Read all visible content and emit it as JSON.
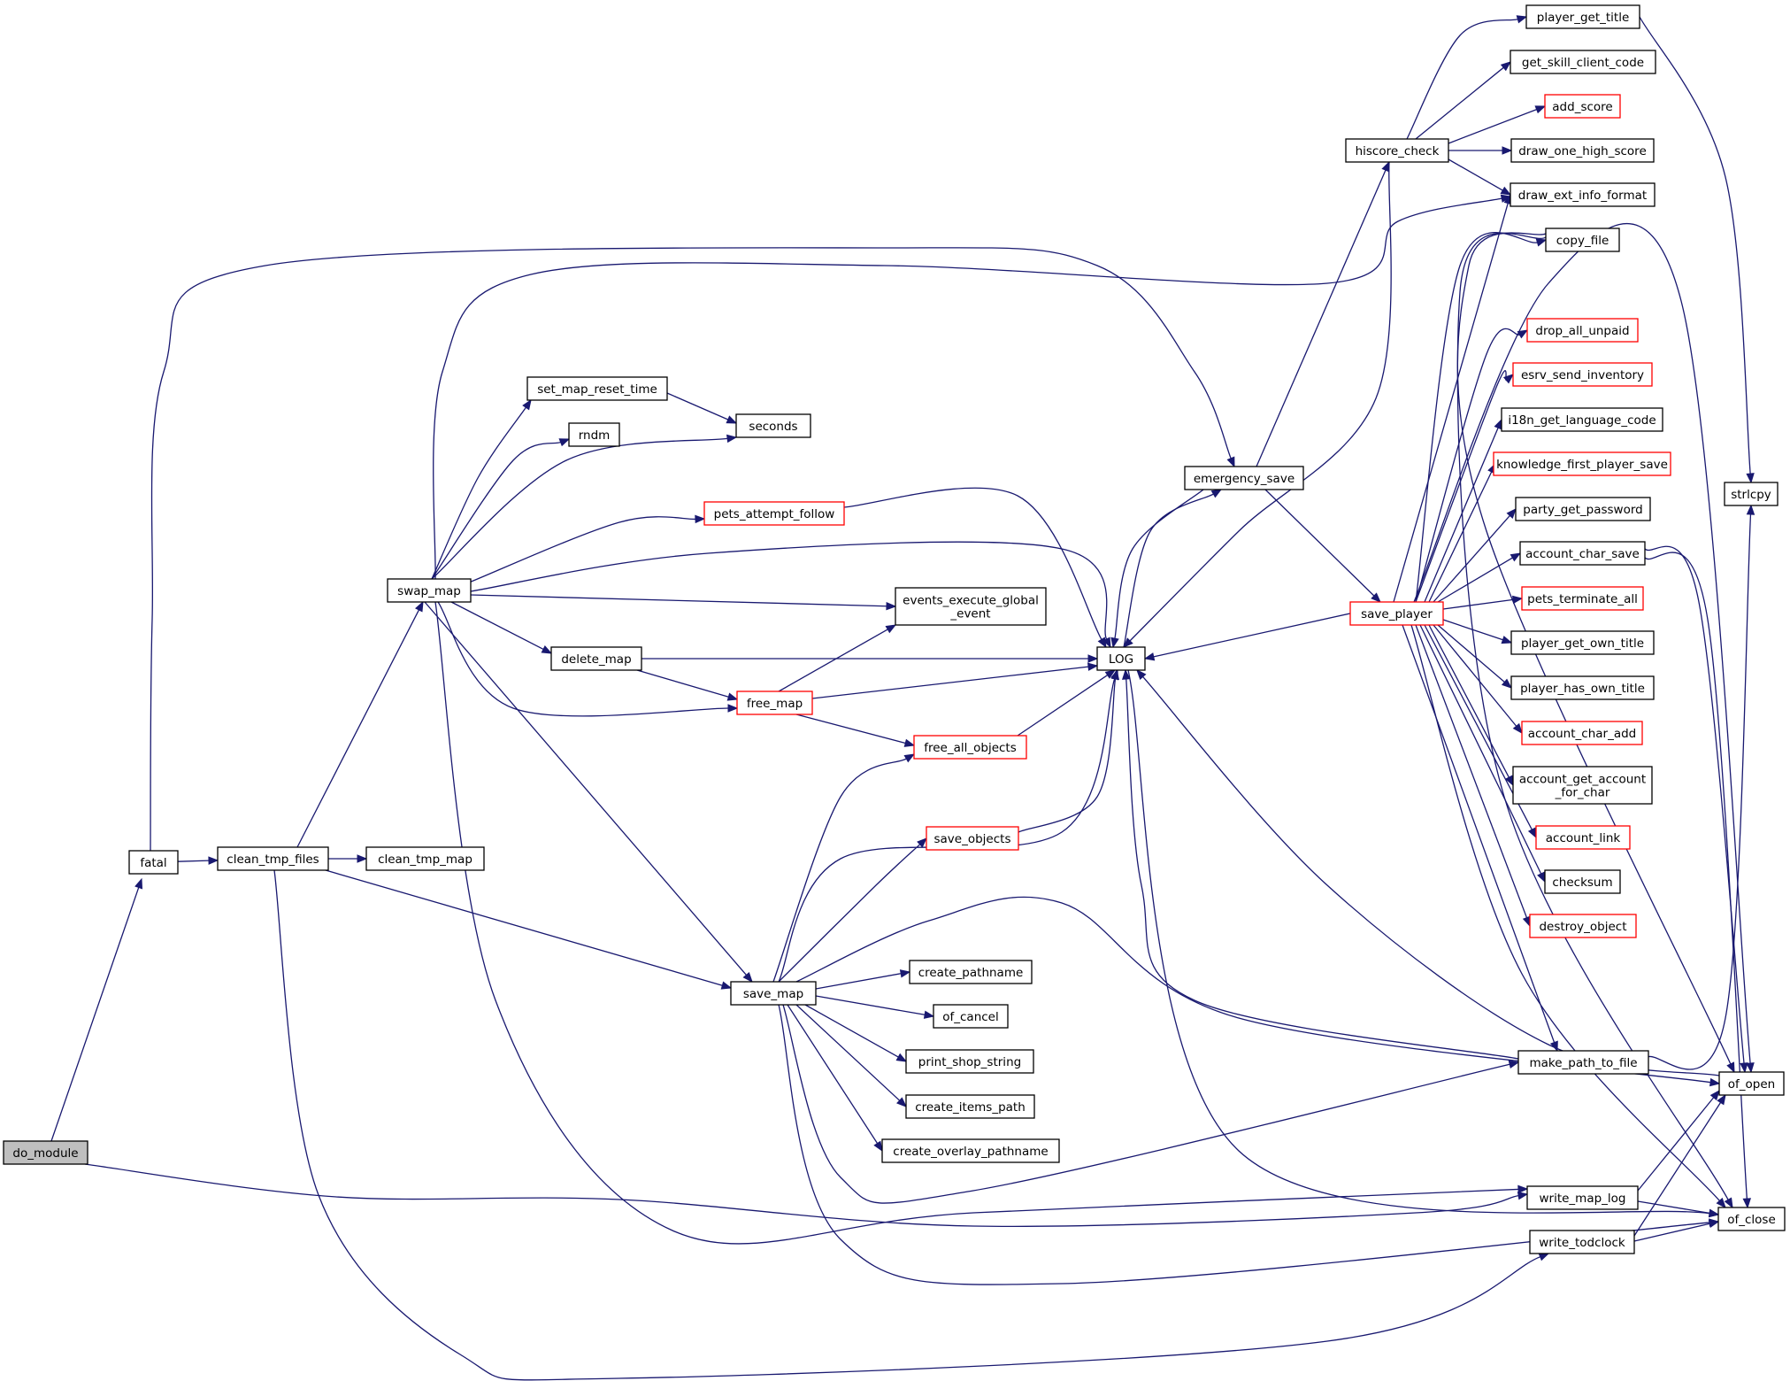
{
  "graph": {
    "edge_color": "#191970",
    "external_border_color": "#ff0000",
    "root_fill": "#bfbfbf",
    "nodes": [
      {
        "id": "do_module",
        "label": [
          "do_module"
        ],
        "style": "root"
      },
      {
        "id": "fatal",
        "label": [
          "fatal"
        ]
      },
      {
        "id": "clean_tmp_files",
        "label": [
          "clean_tmp_files"
        ]
      },
      {
        "id": "clean_tmp_map",
        "label": [
          "clean_tmp_map"
        ]
      },
      {
        "id": "swap_map",
        "label": [
          "swap_map"
        ]
      },
      {
        "id": "set_map_reset_time",
        "label": [
          "set_map_reset_time"
        ]
      },
      {
        "id": "rndm",
        "label": [
          "rndm"
        ]
      },
      {
        "id": "seconds",
        "label": [
          "seconds"
        ]
      },
      {
        "id": "pets_attempt_follow",
        "label": [
          "pets_attempt_follow"
        ],
        "style": "red"
      },
      {
        "id": "events_execute_global_event",
        "label": [
          "events_execute_global",
          "_event"
        ]
      },
      {
        "id": "delete_map",
        "label": [
          "delete_map"
        ]
      },
      {
        "id": "free_map",
        "label": [
          "free_map"
        ],
        "style": "red"
      },
      {
        "id": "free_all_objects",
        "label": [
          "free_all_objects"
        ],
        "style": "red"
      },
      {
        "id": "save_objects",
        "label": [
          "save_objects"
        ],
        "style": "red"
      },
      {
        "id": "save_map",
        "label": [
          "save_map"
        ]
      },
      {
        "id": "create_pathname",
        "label": [
          "create_pathname"
        ]
      },
      {
        "id": "of_cancel",
        "label": [
          "of_cancel"
        ]
      },
      {
        "id": "print_shop_string",
        "label": [
          "print_shop_string"
        ]
      },
      {
        "id": "create_items_path",
        "label": [
          "create_items_path"
        ]
      },
      {
        "id": "create_overlay_pathname",
        "label": [
          "create_overlay_pathname"
        ]
      },
      {
        "id": "LOG",
        "label": [
          "LOG"
        ]
      },
      {
        "id": "emergency_save",
        "label": [
          "emergency_save"
        ]
      },
      {
        "id": "hiscore_check",
        "label": [
          "hiscore_check"
        ]
      },
      {
        "id": "save_player",
        "label": [
          "save_player"
        ],
        "style": "red"
      },
      {
        "id": "player_get_title",
        "label": [
          "player_get_title"
        ]
      },
      {
        "id": "get_skill_client_code",
        "label": [
          "get_skill_client_code"
        ]
      },
      {
        "id": "add_score",
        "label": [
          "add_score"
        ],
        "style": "red"
      },
      {
        "id": "draw_one_high_score",
        "label": [
          "draw_one_high_score"
        ]
      },
      {
        "id": "draw_ext_info_format",
        "label": [
          "draw_ext_info_format"
        ]
      },
      {
        "id": "copy_file",
        "label": [
          "copy_file"
        ]
      },
      {
        "id": "drop_all_unpaid",
        "label": [
          "drop_all_unpaid"
        ],
        "style": "red"
      },
      {
        "id": "esrv_send_inventory",
        "label": [
          "esrv_send_inventory"
        ],
        "style": "red"
      },
      {
        "id": "i18n_get_language_code",
        "label": [
          "i18n_get_language_code"
        ]
      },
      {
        "id": "knowledge_first_player_save",
        "label": [
          "knowledge_first_player_save"
        ],
        "style": "red"
      },
      {
        "id": "party_get_password",
        "label": [
          "party_get_password"
        ]
      },
      {
        "id": "account_char_save",
        "label": [
          "account_char_save"
        ]
      },
      {
        "id": "pets_terminate_all",
        "label": [
          "pets_terminate_all"
        ],
        "style": "red"
      },
      {
        "id": "player_get_own_title",
        "label": [
          "player_get_own_title"
        ]
      },
      {
        "id": "player_has_own_title",
        "label": [
          "player_has_own_title"
        ]
      },
      {
        "id": "account_char_add",
        "label": [
          "account_char_add"
        ],
        "style": "red"
      },
      {
        "id": "account_get_account_for_char",
        "label": [
          "account_get_account",
          "_for_char"
        ]
      },
      {
        "id": "account_link",
        "label": [
          "account_link"
        ],
        "style": "red"
      },
      {
        "id": "checksum",
        "label": [
          "checksum"
        ]
      },
      {
        "id": "destroy_object",
        "label": [
          "destroy_object"
        ],
        "style": "red"
      },
      {
        "id": "make_path_to_file",
        "label": [
          "make_path_to_file"
        ]
      },
      {
        "id": "write_map_log",
        "label": [
          "write_map_log"
        ]
      },
      {
        "id": "write_todclock",
        "label": [
          "write_todclock"
        ]
      },
      {
        "id": "strlcpy",
        "label": [
          "strlcpy"
        ]
      },
      {
        "id": "of_open",
        "label": [
          "of_open"
        ]
      },
      {
        "id": "of_close",
        "label": [
          "of_close"
        ]
      }
    ],
    "edges": [
      [
        "do_module",
        "fatal"
      ],
      [
        "do_module",
        "write_map_log"
      ],
      [
        "fatal",
        "clean_tmp_files"
      ],
      [
        "fatal",
        "emergency_save"
      ],
      [
        "clean_tmp_files",
        "clean_tmp_map"
      ],
      [
        "clean_tmp_files",
        "swap_map"
      ],
      [
        "clean_tmp_files",
        "save_map"
      ],
      [
        "clean_tmp_files",
        "write_todclock"
      ],
      [
        "swap_map",
        "set_map_reset_time"
      ],
      [
        "swap_map",
        "rndm"
      ],
      [
        "swap_map",
        "seconds"
      ],
      [
        "swap_map",
        "pets_attempt_follow"
      ],
      [
        "swap_map",
        "LOG"
      ],
      [
        "swap_map",
        "events_execute_global_event"
      ],
      [
        "swap_map",
        "delete_map"
      ],
      [
        "swap_map",
        "free_map"
      ],
      [
        "swap_map",
        "save_map"
      ],
      [
        "swap_map",
        "draw_ext_info_format"
      ],
      [
        "swap_map",
        "write_map_log"
      ],
      [
        "set_map_reset_time",
        "seconds"
      ],
      [
        "pets_attempt_follow",
        "LOG"
      ],
      [
        "delete_map",
        "LOG"
      ],
      [
        "delete_map",
        "free_map"
      ],
      [
        "free_map",
        "LOG"
      ],
      [
        "free_map",
        "events_execute_global_event"
      ],
      [
        "free_map",
        "free_all_objects"
      ],
      [
        "free_all_objects",
        "LOG"
      ],
      [
        "save_objects",
        "LOG"
      ],
      [
        "save_map",
        "free_all_objects"
      ],
      [
        "save_map",
        "LOG"
      ],
      [
        "save_map",
        "save_objects"
      ],
      [
        "save_map",
        "create_pathname"
      ],
      [
        "save_map",
        "of_cancel"
      ],
      [
        "save_map",
        "print_shop_string"
      ],
      [
        "save_map",
        "create_items_path"
      ],
      [
        "save_map",
        "create_overlay_pathname"
      ],
      [
        "save_map",
        "make_path_to_file"
      ],
      [
        "save_map",
        "of_open"
      ],
      [
        "save_map",
        "of_close"
      ],
      [
        "LOG",
        "emergency_save"
      ],
      [
        "LOG",
        "of_close"
      ],
      [
        "emergency_save",
        "LOG"
      ],
      [
        "emergency_save",
        "hiscore_check"
      ],
      [
        "emergency_save",
        "save_player"
      ],
      [
        "hiscore_check",
        "player_get_title"
      ],
      [
        "hiscore_check",
        "get_skill_client_code"
      ],
      [
        "hiscore_check",
        "add_score"
      ],
      [
        "hiscore_check",
        "draw_one_high_score"
      ],
      [
        "hiscore_check",
        "draw_ext_info_format"
      ],
      [
        "hiscore_check",
        "LOG"
      ],
      [
        "player_get_title",
        "strlcpy"
      ],
      [
        "save_player",
        "LOG"
      ],
      [
        "save_player",
        "draw_ext_info_format"
      ],
      [
        "save_player",
        "copy_file"
      ],
      [
        "save_player",
        "drop_all_unpaid"
      ],
      [
        "save_player",
        "esrv_send_inventory"
      ],
      [
        "save_player",
        "i18n_get_language_code"
      ],
      [
        "save_player",
        "knowledge_first_player_save"
      ],
      [
        "save_player",
        "party_get_password"
      ],
      [
        "save_player",
        "account_char_save"
      ],
      [
        "save_player",
        "pets_terminate_all"
      ],
      [
        "save_player",
        "player_get_own_title"
      ],
      [
        "save_player",
        "player_has_own_title"
      ],
      [
        "save_player",
        "account_char_add"
      ],
      [
        "save_player",
        "account_get_account_for_char"
      ],
      [
        "save_player",
        "account_link"
      ],
      [
        "save_player",
        "checksum"
      ],
      [
        "save_player",
        "destroy_object"
      ],
      [
        "save_player",
        "make_path_to_file"
      ],
      [
        "save_player",
        "of_open"
      ],
      [
        "save_player",
        "of_close"
      ],
      [
        "copy_file",
        "of_open"
      ],
      [
        "copy_file",
        "of_close"
      ],
      [
        "account_char_save",
        "of_open"
      ],
      [
        "account_char_save",
        "of_close"
      ],
      [
        "make_path_to_file",
        "LOG"
      ],
      [
        "make_path_to_file",
        "strlcpy"
      ],
      [
        "write_map_log",
        "of_open"
      ],
      [
        "write_map_log",
        "of_close"
      ],
      [
        "write_todclock",
        "of_open"
      ],
      [
        "write_todclock",
        "of_close"
      ],
      [
        "of_open",
        "LOG"
      ]
    ]
  }
}
